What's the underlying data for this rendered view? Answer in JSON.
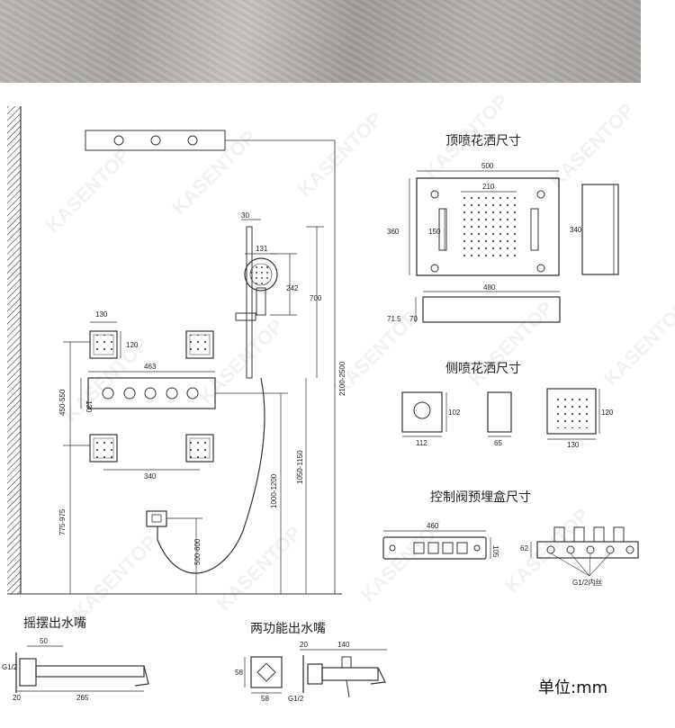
{
  "watermark": "KASENTOP",
  "labels": {
    "top_shower_title": "顶喷花洒尺寸",
    "side_shower_title": "侧喷花洒尺寸",
    "valve_box_title": "控制阀预埋盒尺寸",
    "swing_spout_title": "摇摆出水嘴",
    "dual_spout_title": "两功能出水嘴",
    "unit": "单位:mm"
  },
  "dims_left": {
    "d30": "30",
    "d131": "131",
    "d242": "242",
    "d700": "700",
    "d2100": "2100-2500",
    "d130": "130",
    "d120": "120",
    "d463": "463",
    "d130v": "130",
    "d450": "450-550",
    "d340": "340",
    "d775": "775-975",
    "d1000": "1000-1200",
    "d1050": "1050-1150",
    "d500": "500-600"
  },
  "dims_top_shower": {
    "w500": "500",
    "w210": "210",
    "h360": "360",
    "h150": "150",
    "h340": "340",
    "w480": "480",
    "h71": "71.5",
    "h70": "70"
  },
  "dims_side_shower": {
    "s102": "102",
    "s112": "112",
    "s65": "65",
    "s120": "120",
    "s130": "130"
  },
  "dims_valve": {
    "v460": "460",
    "v105": "105",
    "v62": "62",
    "thread": "G1/2内丝"
  },
  "dims_swing": {
    "w50": "50",
    "g": "G1/2",
    "w20": "20",
    "w265": "265"
  },
  "dims_dual": {
    "w20": "20",
    "w140": "140",
    "h58": "58",
    "w58": "58",
    "g": "G1/2"
  }
}
